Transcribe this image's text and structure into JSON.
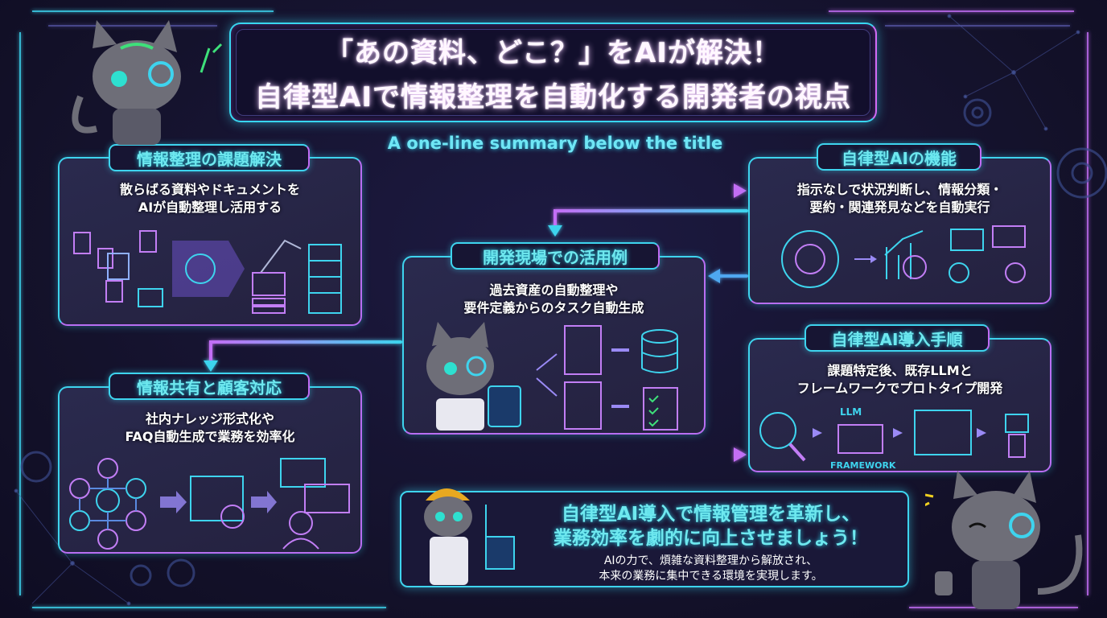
{
  "header": {
    "title_lines": [
      "「あの資料、どこ？」をAIが解決！",
      "自律型AIで情報整理を自動化する開発者の視点"
    ],
    "subtitle": "A one-line summary below the title"
  },
  "panels": {
    "challenge": {
      "label": "情報整理の課題解決",
      "lines": [
        "散らばる資料やドキュメントを",
        "AIが自動整理し活用する"
      ]
    },
    "features": {
      "label": "自律型AIの機能",
      "lines": [
        "指示なしで状況判断し、情報分類・",
        "要約・関連発見などを自動実行"
      ]
    },
    "use_cases": {
      "label": "開発現場での活用例",
      "lines": [
        "過去資産の自動整理や",
        "要件定義からのタスク自動生成"
      ]
    },
    "steps": {
      "label": "自律型AI導入手順",
      "lines": [
        "課題特定後、既存LLMと",
        "フレームワークでプロトタイプ開発"
      ],
      "icon_labels": {
        "llm": "LLM",
        "framework": "FRAMEWORK"
      }
    },
    "sharing": {
      "label": "情報共有と顧客対応",
      "lines": [
        "社内ナレッジ形式化や",
        "FAQ自動生成で業務を効率化"
      ]
    }
  },
  "callout": {
    "main_lines": [
      "自律型AI導入で情報管理を革新し、",
      "業務効率を劇的に向上させましょう！"
    ],
    "sub_lines": [
      "AIの力で、煩雑な資料整理から解放され、",
      "本来の業務に集中できる環境を実現します。"
    ]
  },
  "colors": {
    "background": "#15132f",
    "cyan": "#3ed4ee",
    "purple": "#b86ef2",
    "badge_text": "#6ee8ef"
  }
}
